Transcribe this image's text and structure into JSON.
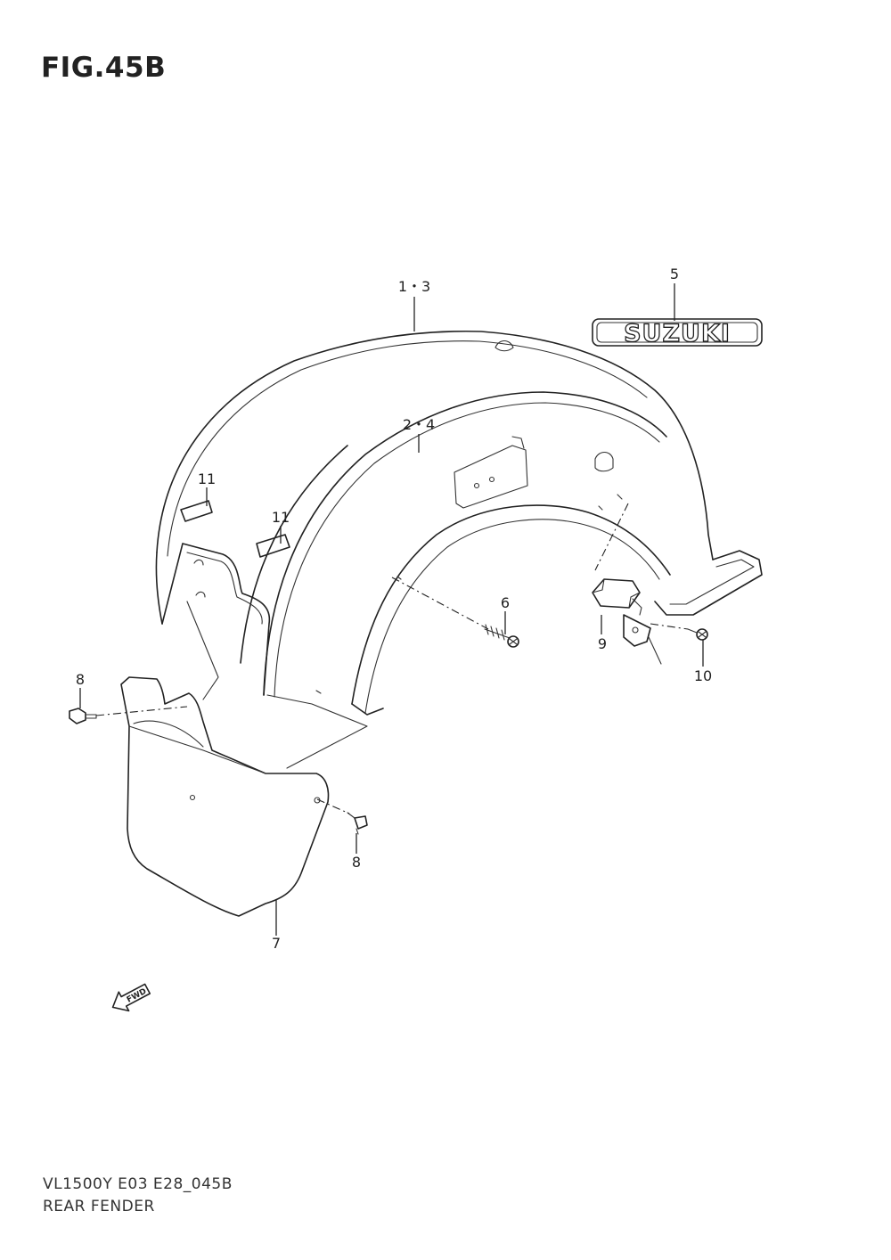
{
  "figure": {
    "title": "FIG.45B"
  },
  "callouts": [
    {
      "id": "c1",
      "label": "1・3"
    },
    {
      "id": "c2",
      "label": "2・4"
    },
    {
      "id": "c5",
      "label": "5"
    },
    {
      "id": "c6",
      "label": "6"
    },
    {
      "id": "c7",
      "label": "7"
    },
    {
      "id": "c8a",
      "label": "8"
    },
    {
      "id": "c8b",
      "label": "8"
    },
    {
      "id": "c9",
      "label": "9"
    },
    {
      "id": "c10",
      "label": "10"
    },
    {
      "id": "c11a",
      "label": "11"
    },
    {
      "id": "c11b",
      "label": "11"
    }
  ],
  "emblem": {
    "text": "SUZUKI"
  },
  "direction_indicator": {
    "text": "FWD",
    "icon": "fwd-arrow-icon"
  },
  "footer": {
    "model_code": "VL1500Y  E03  E28_045B",
    "section_name": "REAR FENDER"
  },
  "colors": {
    "line": "#222222",
    "background": "#ffffff"
  }
}
